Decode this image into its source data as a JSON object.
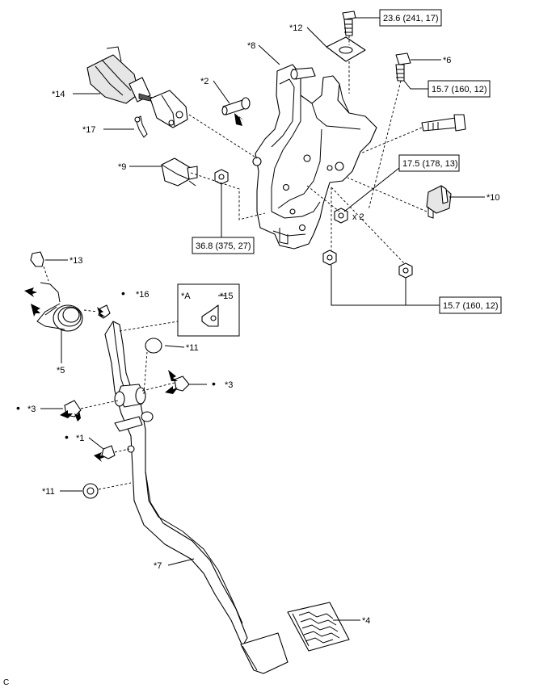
{
  "parts": {
    "p1": "*1",
    "p2": "*2",
    "p3a": "*3",
    "p3b": "*3",
    "p4": "*4",
    "p5": "*5",
    "p6": "*6",
    "p7": "*7",
    "p8": "*8",
    "p9": "*9",
    "p10": "*10",
    "p11a": "*11",
    "p11b": "*11",
    "p12": "*12",
    "p13": "*13",
    "p14": "*14",
    "p15": "*15",
    "p16": "*16",
    "p17": "*17"
  },
  "torques": {
    "t1": "23.6 (241, 17)",
    "t2": "15.7 (160, 12)",
    "t3": "17.5 (178, 13)",
    "t4": "36.8 (375, 27)",
    "t5": "15.7 (160, 12)"
  },
  "labels": {
    "view_a": "*A",
    "quantity": "x 2",
    "corner": "C"
  },
  "symbols": {
    "grease_mark": "•"
  }
}
